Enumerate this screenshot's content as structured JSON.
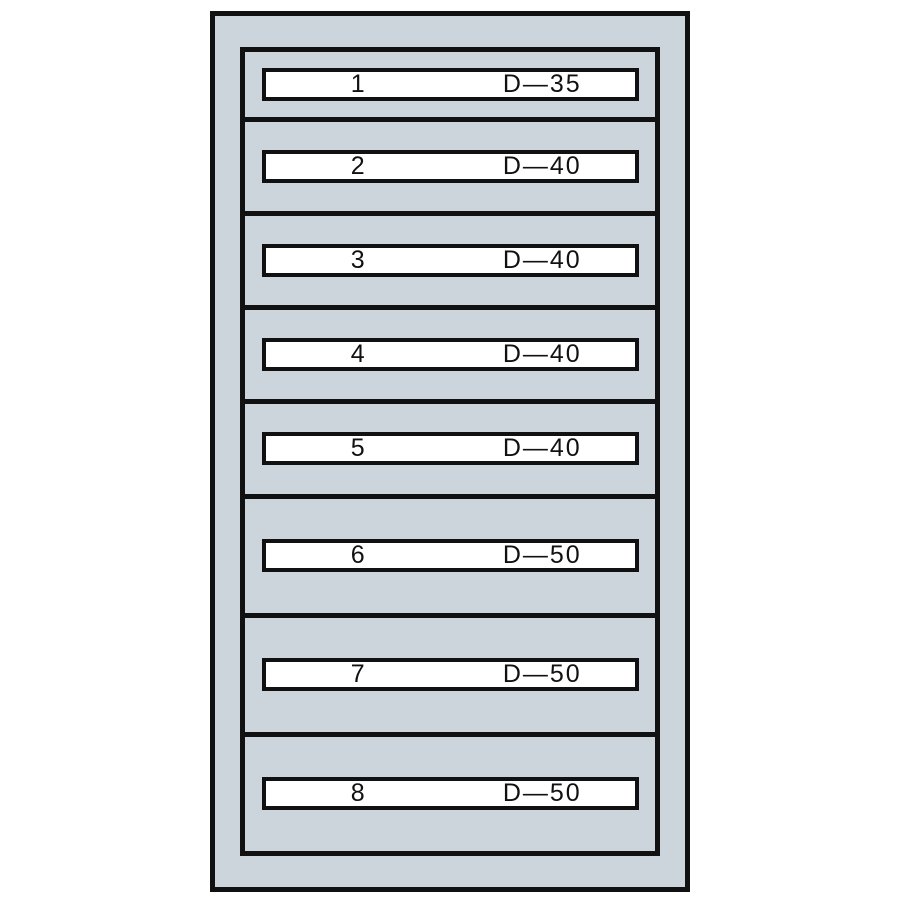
{
  "colors": {
    "cabinet_fill": "#ccd5db",
    "outline": "#111111",
    "plate_fill": "#ffffff",
    "page_background": "#ffffff"
  },
  "cabinet": {
    "drawers": [
      {
        "number": "1",
        "code": "D—35"
      },
      {
        "number": "2",
        "code": "D—40"
      },
      {
        "number": "3",
        "code": "D—40"
      },
      {
        "number": "4",
        "code": "D—40"
      },
      {
        "number": "5",
        "code": "D—40"
      },
      {
        "number": "6",
        "code": "D—50"
      },
      {
        "number": "7",
        "code": "D—50"
      },
      {
        "number": "8",
        "code": "D—50"
      }
    ]
  }
}
